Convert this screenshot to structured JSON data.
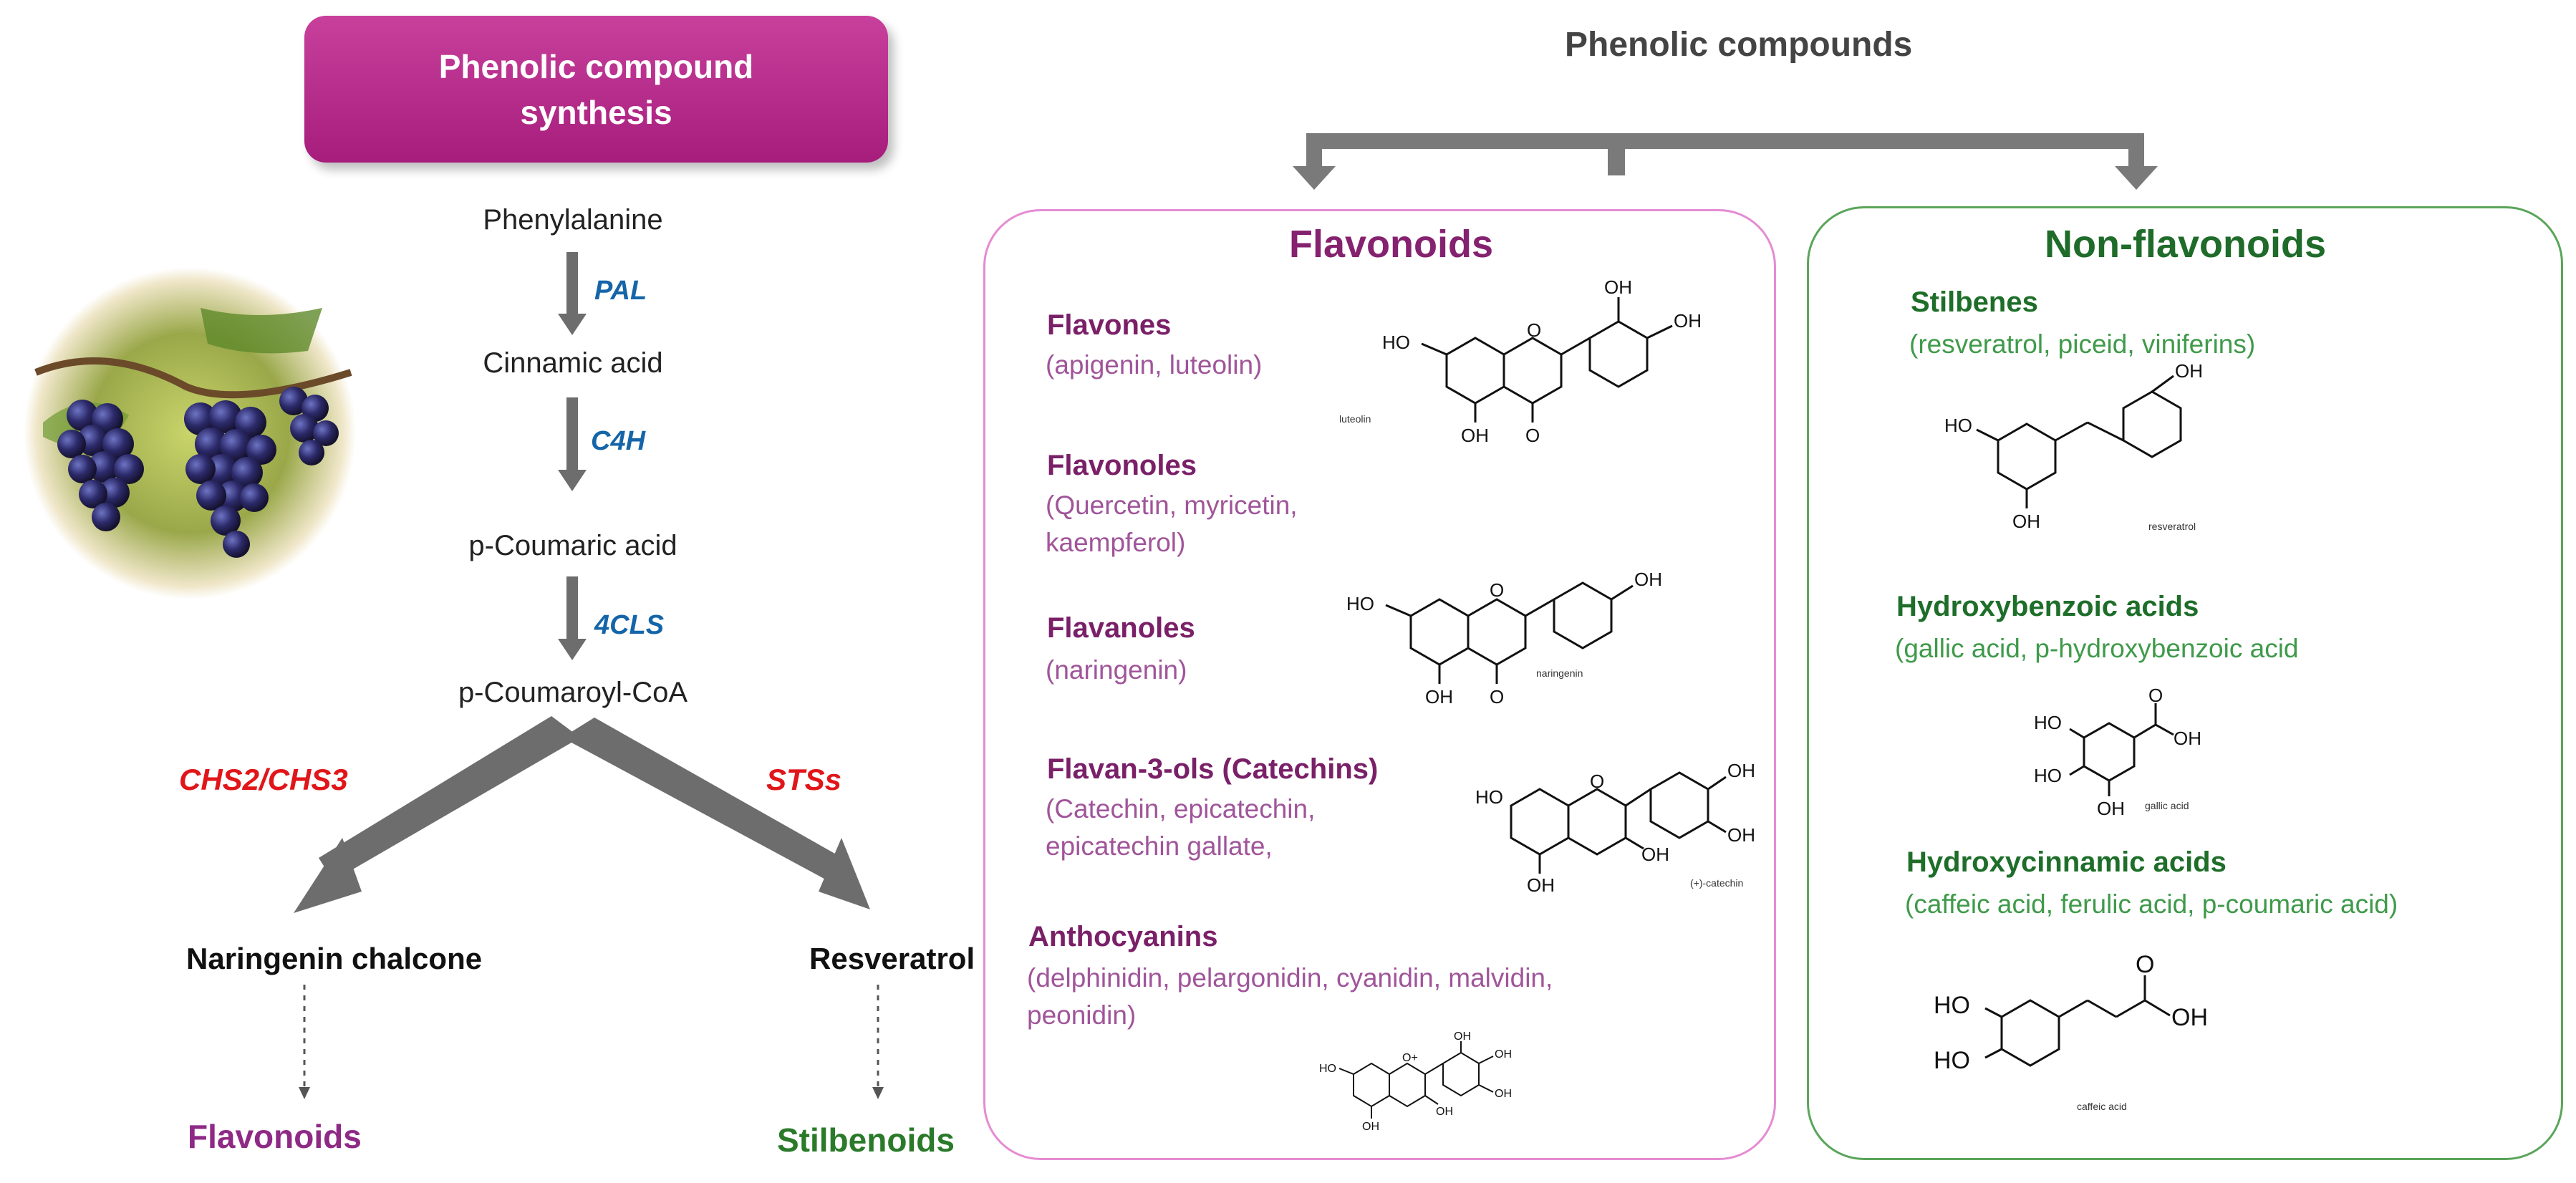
{
  "synthesis": {
    "title": "Phenolic compound synthesis",
    "steps": [
      "Phenylalanine",
      "Cinnamic acid",
      "p-Coumaric acid",
      "p-Coumaroyl-CoA"
    ],
    "enzymes": [
      "PAL",
      "C4H",
      "4CLS"
    ],
    "branch_left_enzyme": "CHS2/CHS3",
    "branch_right_enzyme": "STSs",
    "left_product": "Naringenin chalcone",
    "right_product": "Resveratrol",
    "left_final": "Flavonoids",
    "right_final": "Stilbenoids"
  },
  "classification": {
    "title": "Phenolic compounds",
    "flavonoids": {
      "title": "Flavonoids",
      "classes": [
        {
          "name": "Flavones",
          "examples": "(apigenin, luteolin)",
          "structure_label": "luteolin"
        },
        {
          "name": "Flavonoles",
          "examples": "(Quercetin, myricetin, kaempferol)"
        },
        {
          "name": "Flavanoles",
          "examples": "(naringenin)",
          "structure_label": "naringenin"
        },
        {
          "name": "Flavan-3-ols (Catechins)",
          "examples": "(Catechin, epicatechin, epicatechin gallate,",
          "structure_label": "(+)-catechin"
        },
        {
          "name": "Anthocyanins",
          "examples": "(delphinidin, pelargonidin, cyanidin, malvidin, peonidin)"
        }
      ]
    },
    "non_flavonoids": {
      "title": "Non-flavonoids",
      "classes": [
        {
          "name": "Stilbenes",
          "examples": "(resveratrol, piceid, viniferins)",
          "structure_label": "resveratrol"
        },
        {
          "name": "Hydroxybenzoic acids",
          "examples": "(gallic acid, p-hydroxybenzoic acid",
          "structure_label": "gallic acid"
        },
        {
          "name": "Hydroxycinnamic acids",
          "examples": "(caffeic acid, ferulic acid, p-coumaric acid)",
          "structure_label": "caffeic acid"
        }
      ]
    }
  },
  "chem_atoms": {
    "oh": "OH",
    "ho": "HO",
    "o": "O",
    "o_plus": "O+"
  },
  "colors": {
    "title_magenta": "#b02a87",
    "flavonoid_purple": "#85226f",
    "nonflavonoid_green": "#1f6b2a",
    "enzyme_blue": "#1565a8",
    "enzyme_red": "#e0161a"
  }
}
